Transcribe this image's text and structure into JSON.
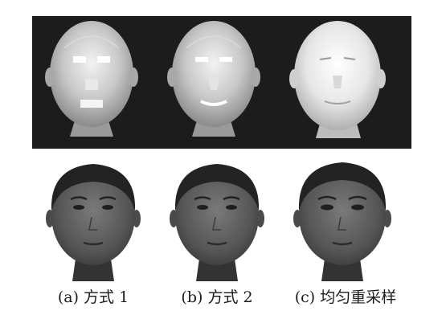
{
  "figure": {
    "panels": [
      {
        "id": "a",
        "caption": "(a) 方式 1"
      },
      {
        "id": "b",
        "caption": "(b) 方式 2"
      },
      {
        "id": "c",
        "caption": "(c) 均匀重采样"
      }
    ],
    "colors": {
      "mesh_background": "#1c1c1c",
      "mesh_surface": "#cfcfcf",
      "face_skin": "#5a5a5a",
      "hair": "#232323",
      "neck": "#333333"
    }
  }
}
